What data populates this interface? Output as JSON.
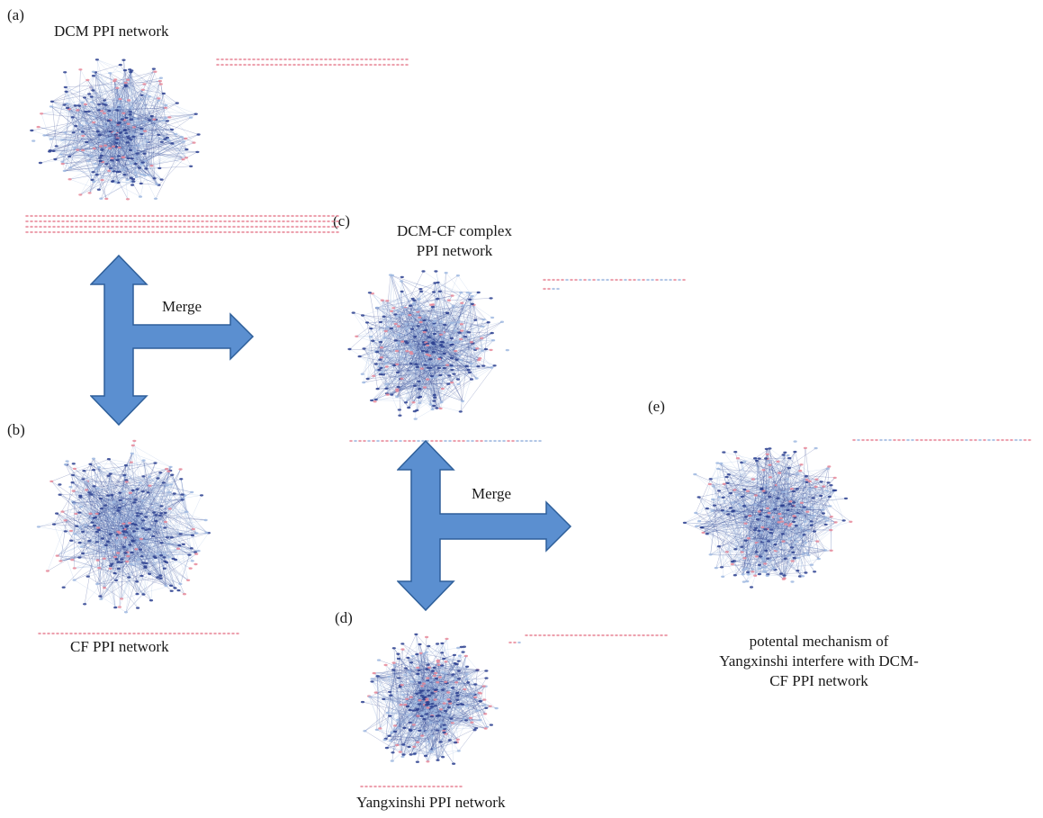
{
  "figure": {
    "panels": {
      "a": {
        "label": "(a)",
        "title": "DCM PPI network"
      },
      "b": {
        "label": "(b)",
        "title": "CF PPI network"
      },
      "c": {
        "label": "(c)",
        "title_line1": "DCM-CF complex",
        "title_line2": "PPI network"
      },
      "d": {
        "label": "(d)",
        "title": "Yangxinshi PPI network"
      },
      "e": {
        "label": "(e)",
        "title_line1": "potental mechanism of",
        "title_line2": "Yangxinshi interfere with DCM-",
        "title_line3": "CF PPI network"
      }
    },
    "arrows": {
      "first": {
        "label": "Merge"
      },
      "second": {
        "label": "Merge"
      }
    },
    "colors": {
      "arrow_fill": "#5b8fd0",
      "arrow_stroke": "#2e5f9a",
      "node_blue": "#2b3f8f",
      "node_light": "#9fb8e0",
      "node_pink": "#e88a9a"
    }
  }
}
